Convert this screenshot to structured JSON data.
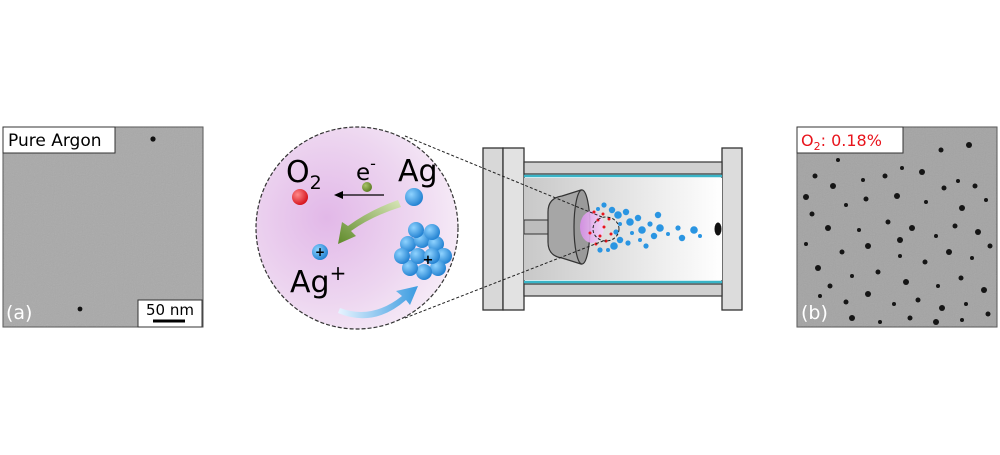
{
  "panel_a": {
    "label_box": "Pure Argon",
    "panel_letter": "(a)",
    "scale_bar": "50 nm"
  },
  "panel_b": {
    "label_prefix": "O",
    "label_sub": "2",
    "label_value": ": 0.18%",
    "label_color": "#e8141c",
    "panel_letter": "(b)"
  },
  "inset": {
    "o2_main": "O",
    "o2_sub": "2",
    "electron_main": "e",
    "electron_sup": "-",
    "ag_label": "Ag",
    "ag_ion_main": "Ag",
    "ag_ion_sup": "+",
    "plus_small": "+",
    "plus_cluster": "+"
  },
  "colors": {
    "oxygen": "#e8141c",
    "silver_atom": "#1f8fe0",
    "electron": "#6b8a2a",
    "inset_tint": "#e6c8ec",
    "cooling_line": "#39b5c8"
  },
  "icons": [
    "oxygen-atom",
    "silver-atom",
    "electron",
    "silver-ion",
    "silver-cluster",
    "magnetron-target",
    "deposition-chamber"
  ]
}
